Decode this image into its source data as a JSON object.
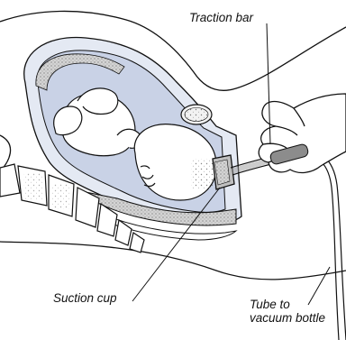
{
  "labels": {
    "traction_bar": "Traction bar",
    "suction_cup": "Suction cup",
    "tube_line1": "Tube to",
    "tube_line2": "vacuum bottle"
  },
  "colors": {
    "line": "#111111",
    "uterus_fill": "#c9d2e6",
    "uterus_wall": "#e4e9f3",
    "tissue_stipple": "#cfcfcf",
    "background": "#ffffff"
  }
}
